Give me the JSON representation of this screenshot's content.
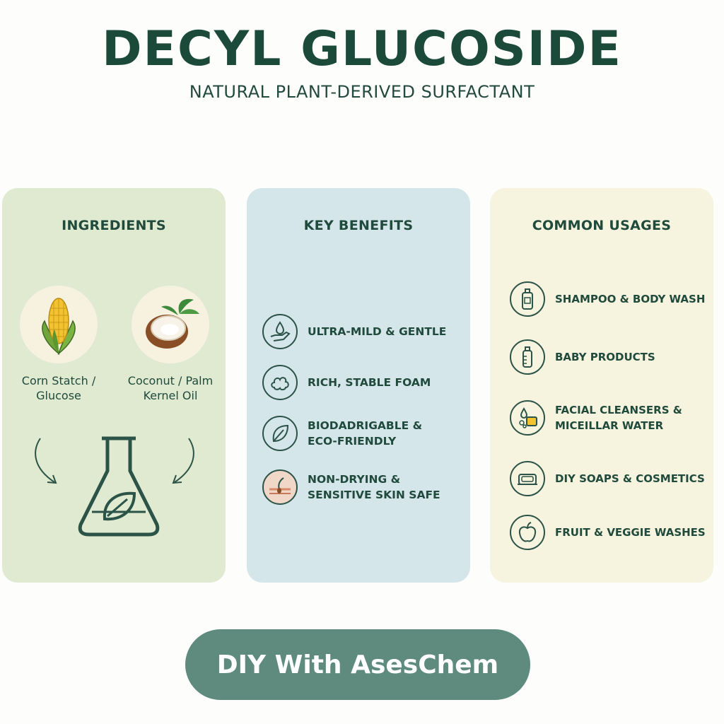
{
  "header": {
    "title": "DECYL GLUCOSIDE",
    "subtitle": "NATURAL PLANT-DERIVED SURFACTANT"
  },
  "ingredients": {
    "heading": "INGREDIENTS",
    "items": [
      {
        "label_line1": "Corn Statch /",
        "label_line2": "Glucose",
        "icon": "corn-icon"
      },
      {
        "label_line1": "Coconut / Palm",
        "label_line2": "Kernel Oil",
        "icon": "coconut-icon"
      }
    ],
    "diagram_icon": "flask-leaf-icon"
  },
  "benefits": {
    "heading": "KEY BENEFITS",
    "items": [
      {
        "line1": "ULTRA-MILD & GENTLE",
        "line2": "",
        "icon": "drop-hand-icon"
      },
      {
        "line1": "RICH, STABLE FOAM",
        "line2": "",
        "icon": "foam-icon"
      },
      {
        "line1": "BIODADRIGABLE &",
        "line2": "ECO-FRIENDLY",
        "icon": "leaf-icon"
      },
      {
        "line1": "NON-DRYING &",
        "line2": "SENSITIVE SKIN SAFE",
        "icon": "skin-icon"
      }
    ]
  },
  "usages": {
    "heading": "COMMON USAGES",
    "items": [
      {
        "line1": "SHAMPOO & BODY WASH",
        "line2": "",
        "icon": "bottle-icon"
      },
      {
        "line1": "BABY PRODUCTS",
        "line2": "",
        "icon": "baby-bottle-icon"
      },
      {
        "line1": "FACIAL CLEANSERS &",
        "line2": "MICEILLAR WATER",
        "icon": "cleanser-icon"
      },
      {
        "line1": "DIY SOAPS & COSMETICS",
        "line2": "",
        "icon": "soap-icon"
      },
      {
        "line1": "FRUIT & VEGGIE WASHES",
        "line2": "",
        "icon": "apple-icon"
      }
    ]
  },
  "footer": {
    "badge": "DIY With AsesChem"
  },
  "colors": {
    "title": "#1b4a3a",
    "ingredients_card": "#dfead0",
    "benefits_card": "#d5e6ea",
    "usages_card": "#f6f3de",
    "badge": "#5e8b7e"
  }
}
